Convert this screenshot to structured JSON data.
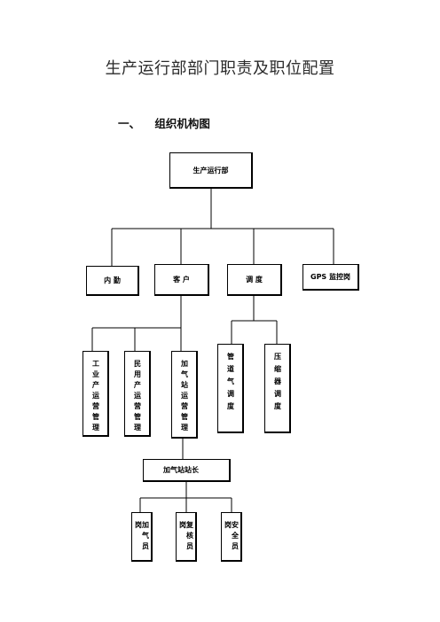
{
  "title": "生产运行部部门职责及职位配置",
  "section": {
    "number": "一、",
    "label": "组织机构图"
  },
  "org": {
    "root": "生产运行部",
    "level1": [
      "内 勤",
      "客 户",
      "调 度",
      "GPS 监控岗"
    ],
    "customer_units": [
      "工业产运营管理",
      "民用产运营管理",
      "加气站运营管理"
    ],
    "dispatch_units": [
      "管道气调度",
      "压缩器调度"
    ],
    "station_head": "加气站站长",
    "station_staff": [
      "加气员岗",
      "复核员岗",
      "安全员岗"
    ]
  }
}
